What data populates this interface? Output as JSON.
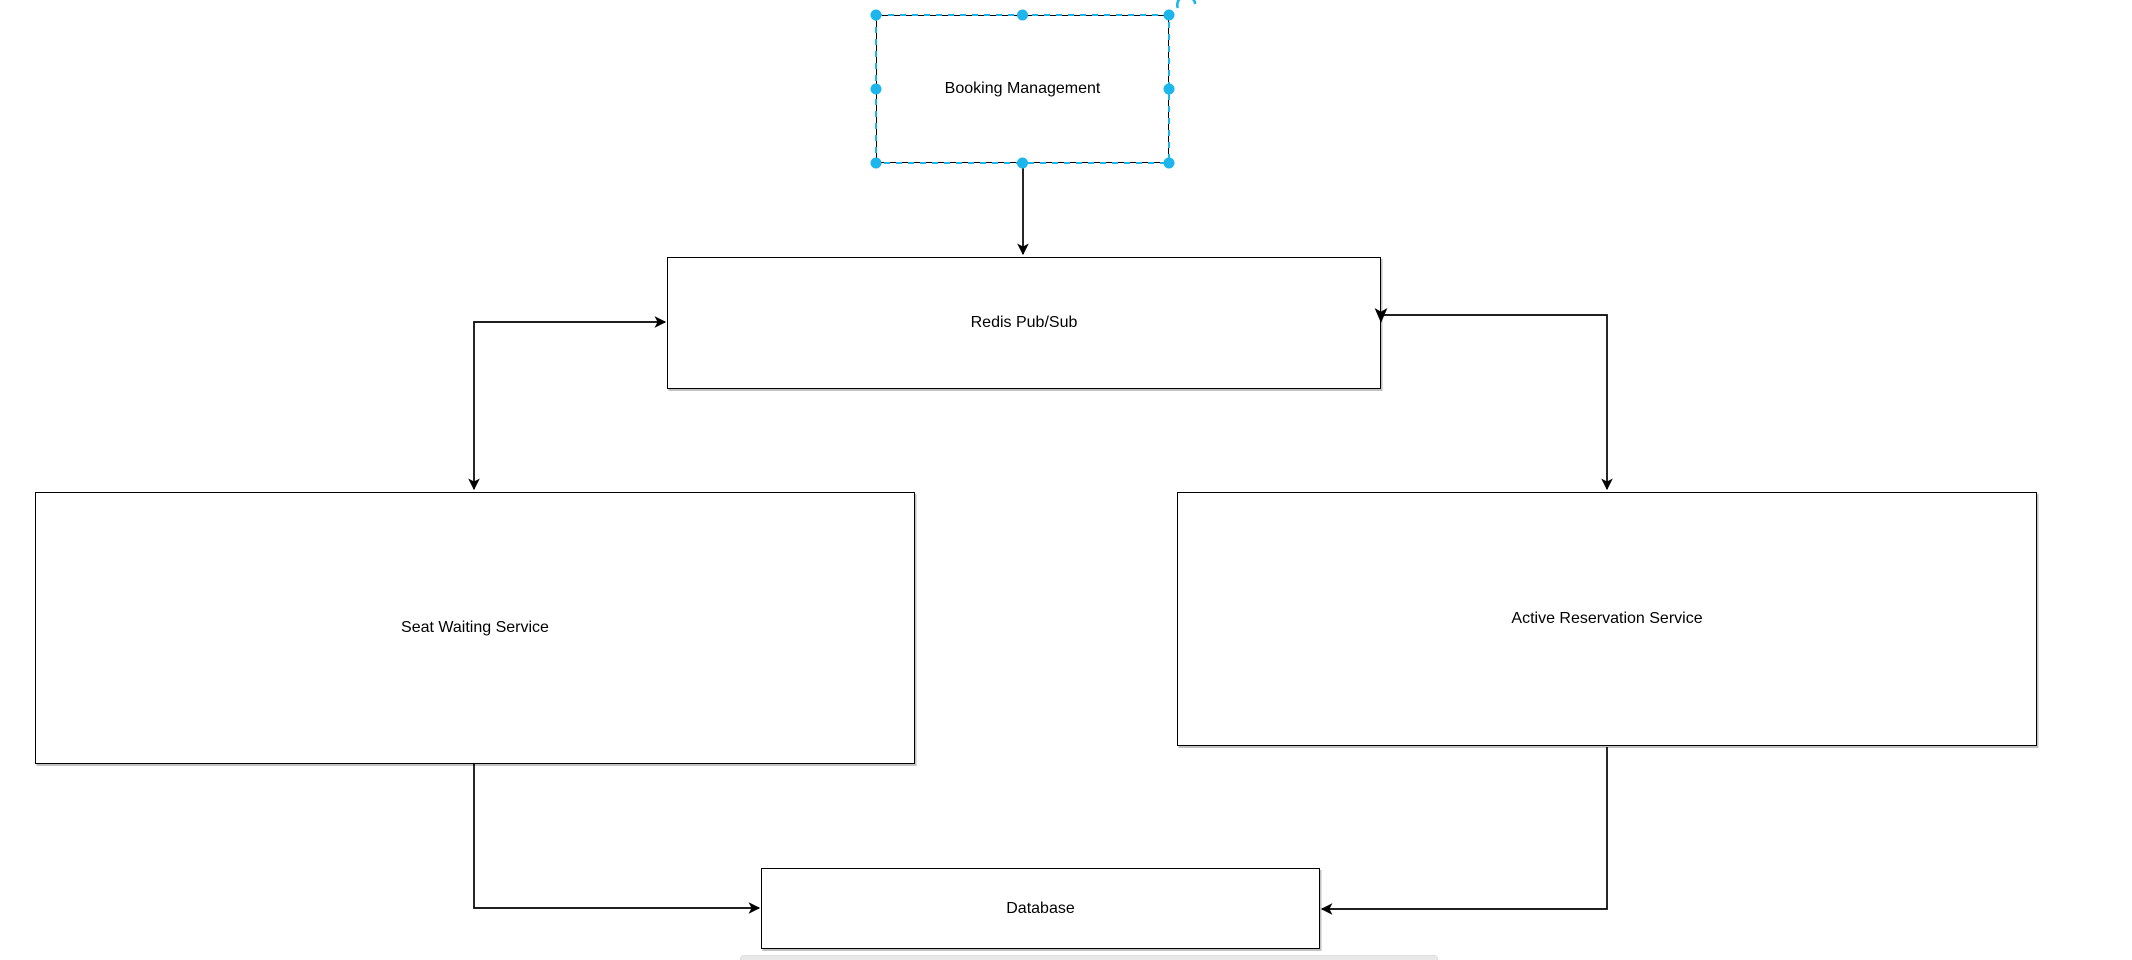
{
  "app": {
    "view": "diagram-canvas",
    "background": "#ffffff"
  },
  "colors": {
    "node_fill": "#ffffff",
    "node_border": "#000000",
    "connector": "#000000",
    "selection_accent": "#1cb5ec",
    "scrollbar_thumb": "#e9e9e9"
  },
  "nodes": [
    {
      "id": "booking-management",
      "label": "Booking Management",
      "selected": true
    },
    {
      "id": "redis-pubsub",
      "label": "Redis Pub/Sub",
      "selected": false
    },
    {
      "id": "seat-waiting-service",
      "label": "Seat Waiting Service",
      "selected": false
    },
    {
      "id": "active-reservation-service",
      "label": "Active Reservation Service",
      "selected": false
    },
    {
      "id": "database",
      "label": "Database",
      "selected": false
    }
  ],
  "edges": [
    {
      "from": "booking-management",
      "to": "redis-pubsub",
      "arrows": "end"
    },
    {
      "from": "seat-waiting-service",
      "to": "redis-pubsub",
      "arrows": "both"
    },
    {
      "from": "active-reservation-service",
      "to": "redis-pubsub",
      "arrows": "both"
    },
    {
      "from": "seat-waiting-service",
      "to": "database",
      "arrows": "end"
    },
    {
      "from": "active-reservation-service",
      "to": "database",
      "arrows": "end"
    }
  ]
}
